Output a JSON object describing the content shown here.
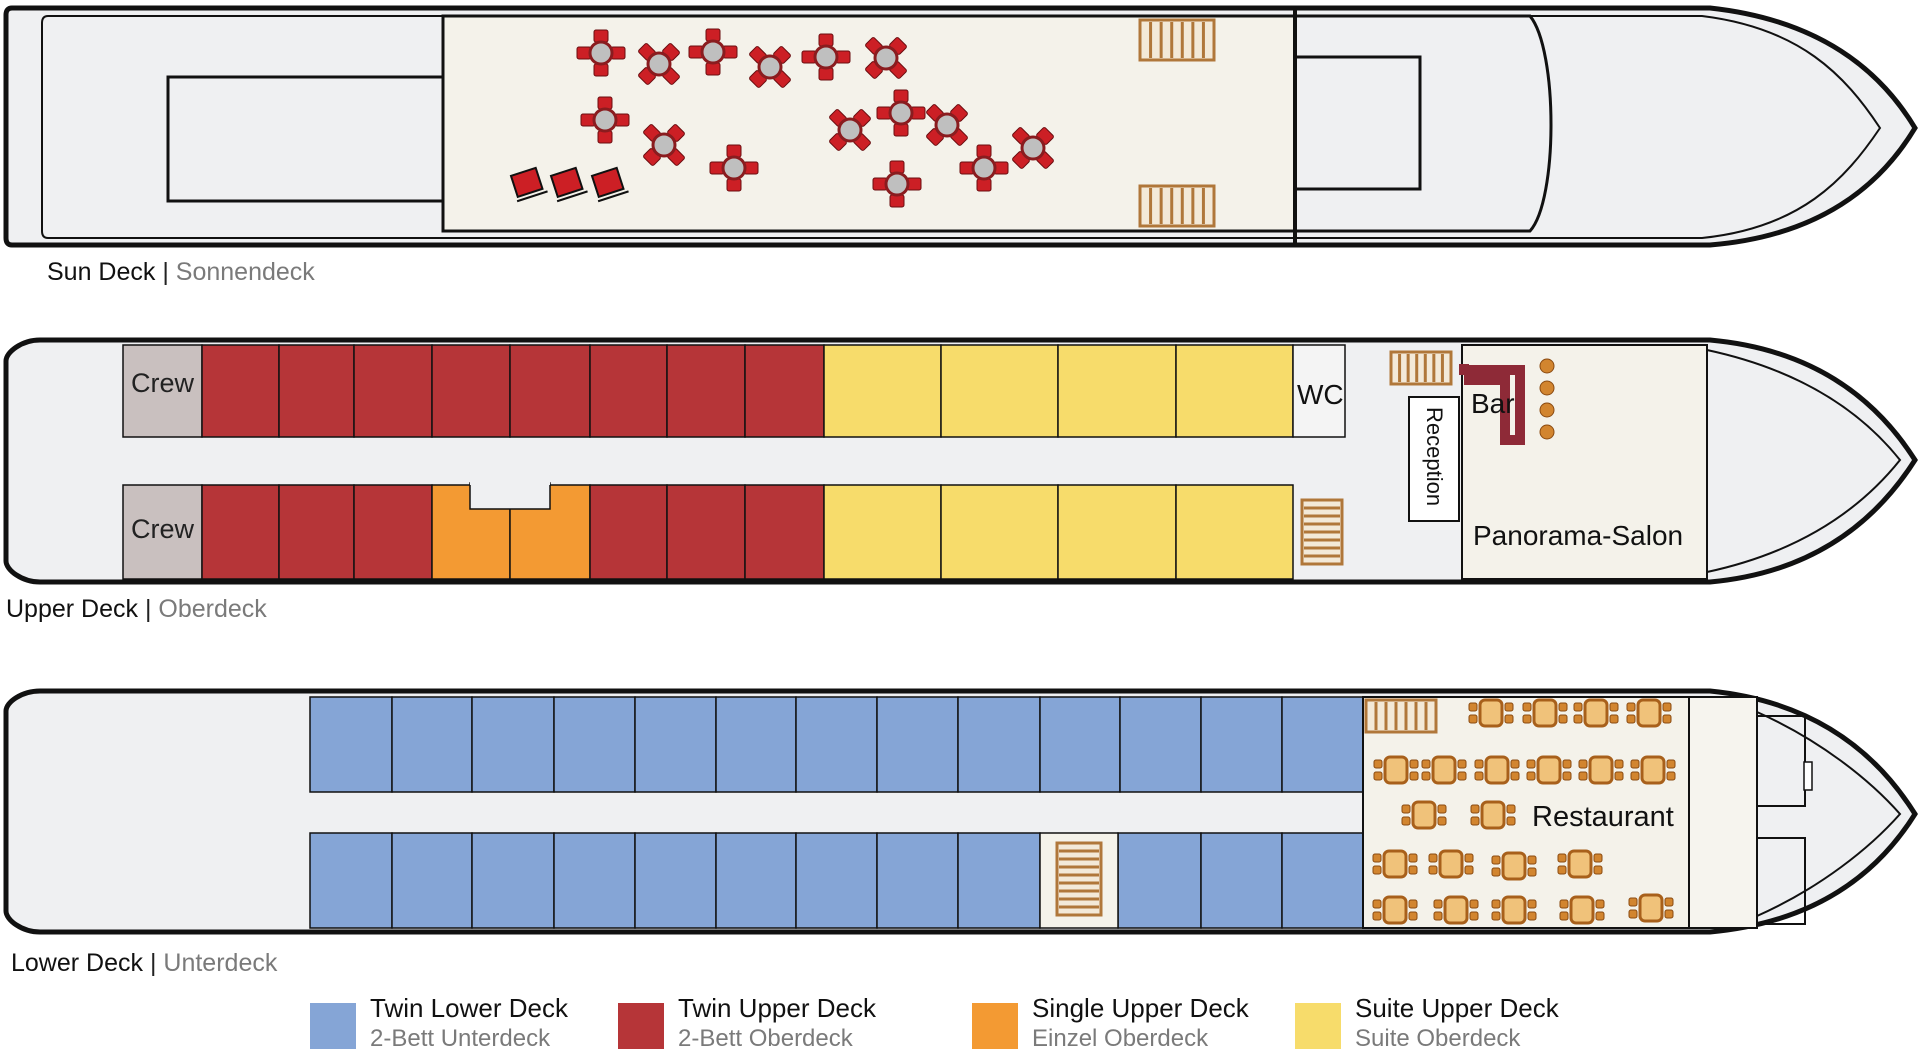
{
  "decks": {
    "sun": {
      "name_en": "Sun Deck",
      "name_de": "Sonnendeck"
    },
    "upper": {
      "name_en": "Upper Deck",
      "name_de": "Oberdeck"
    },
    "lower": {
      "name_en": "Lower Deck",
      "name_de": "Unterdeck"
    }
  },
  "labels": {
    "crew": "Crew",
    "wc": "WC",
    "bar": "Bar",
    "reception": "Reception",
    "panorama_salon": "Panorama-Salon",
    "restaurant": "Restaurant"
  },
  "legend": [
    {
      "en": "Twin Lower Deck",
      "de": "2-Bett Unterdeck",
      "color": "#85a5d6"
    },
    {
      "en": "Twin Upper Deck",
      "de": "2-Bett Oberdeck",
      "color": "#b63538"
    },
    {
      "en": "Single Upper Deck",
      "de": "Einzel Oberdeck",
      "color": "#f39a33"
    },
    {
      "en": "Suite Upper Deck",
      "de": "Suite Oberdeck",
      "color": "#f7dc6b"
    }
  ],
  "colors": {
    "hull_fill": "#eff0f2",
    "deck_fill": "#f4f2ea",
    "crew": "#c9c0bf",
    "stairs": "#b0773a",
    "furniture": "#d2852f",
    "bar": "#8e2a37",
    "table_red": "#cc1f25"
  }
}
